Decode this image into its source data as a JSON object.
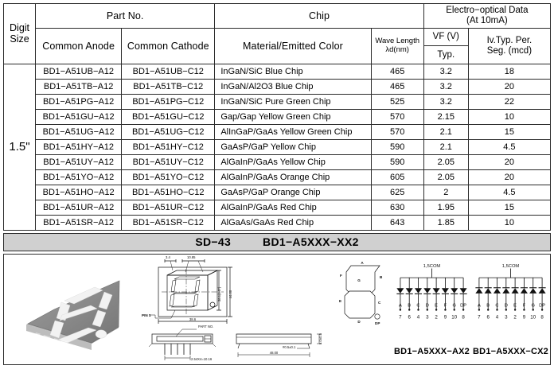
{
  "table": {
    "headers": {
      "digit_size": "Digit\nSize",
      "part_no": "Part No.",
      "chip": "Chip",
      "electro": "Electro−optical Data\n(At 10mA)",
      "common_anode": "Common Anode",
      "common_cathode": "Common Cathode",
      "material": "Material/Emitted Color",
      "wave_length_1": "Wave Length",
      "wave_length_2": "λd(nm)",
      "vf": "VF (V)",
      "vf_typ": "Typ.",
      "iv_1": "Iv.Typ. Per.",
      "iv_2": "Seg. (mcd)"
    },
    "digit_size_value": "1.5\"",
    "rows": [
      {
        "anode": "BD1−A51UB−A12",
        "cathode": "BD1−A51UB−C12",
        "material": "InGaN/SiC  Blue Chip",
        "wavelength": "465",
        "vf": "3.2",
        "iv": "18"
      },
      {
        "anode": "BD1−A51TB−A12",
        "cathode": "BD1−A51TB−C12",
        "material": "InGaN/Al2O3 Blue Chip",
        "wavelength": "465",
        "vf": "3.2",
        "iv": "20"
      },
      {
        "anode": "BD1−A51PG−A12",
        "cathode": "BD1−A51PG−C12",
        "material": "InGaN/SiC Pure Green Chip",
        "wavelength": "525",
        "vf": "3.2",
        "iv": "22"
      },
      {
        "anode": "BD1−A51GU−A12",
        "cathode": "BD1−A51GU−C12",
        "material": "Gap/Gap Yellow Green  Chip",
        "wavelength": "570",
        "vf": "2.15",
        "iv": "10"
      },
      {
        "anode": "BD1−A51UG−A12",
        "cathode": "BD1−A51UG−C12",
        "material": "AlInGaP/GaAs Yellow Green Chip",
        "wavelength": "570",
        "vf": "2.1",
        "iv": "15"
      },
      {
        "anode": "BD1−A51HY−A12",
        "cathode": "BD1−A51HY−C12",
        "material": "GaAsP/GaP Yellow  Chip",
        "wavelength": "590",
        "vf": "2.1",
        "iv": "4.5"
      },
      {
        "anode": "BD1−A51UY−A12",
        "cathode": "BD1−A51UY−C12",
        "material": "AlGaInP/GaAs Yellow  Chip",
        "wavelength": "590",
        "vf": "2.05",
        "iv": "20"
      },
      {
        "anode": "BD1−A51YO−A12",
        "cathode": "BD1−A51YO−C12",
        "material": "AlGaInP/GaAs Orange  Chip",
        "wavelength": "605",
        "vf": "2.05",
        "iv": "20"
      },
      {
        "anode": "BD1−A51HO−A12",
        "cathode": "BD1−A51HO−C12",
        "material": "GaAsP/GaP Orange  Chip",
        "wavelength": "625",
        "vf": "2",
        "iv": "4.5"
      },
      {
        "anode": "BD1−A51UR−A12",
        "cathode": "BD1−A51UR−C12",
        "material": "AlGaInP/GaAs Red  Chip",
        "wavelength": "630",
        "vf": "1.95",
        "iv": "15"
      },
      {
        "anode": "BD1−A51SR−A12",
        "cathode": "BD1−A51SR−C12",
        "material": "AlGaAs/GaAs Red Chip",
        "wavelength": "643",
        "vf": "1.85",
        "iv": "10"
      }
    ]
  },
  "banner": {
    "model": "SD−43",
    "part_series": "BD1−A5XXX−XX2"
  },
  "mechanical": {
    "dims": {
      "top_left": "3.4",
      "top_mid": "10.85",
      "inner_height": "38.1(1.5\")",
      "outer_height": "44.00",
      "width": "38.6",
      "pin_label": "PIN 1",
      "part_no_label": "PART  NO.",
      "pin_pitch": "2.54X4=10.16",
      "body_length": "48.00",
      "pin_thick": "#0.5±0.1",
      "body_thick": "5.0±0.5"
    },
    "segments": [
      "A",
      "B",
      "C",
      "D",
      "E",
      "F",
      "G",
      "DP"
    ]
  },
  "circuits": [
    {
      "name": "common-anode-circuit",
      "common_label": "1,5COM",
      "direction": "down",
      "pins": [
        {
          "seg": "A",
          "num": "7"
        },
        {
          "seg": "B",
          "num": "6"
        },
        {
          "seg": "C",
          "num": "4"
        },
        {
          "seg": "D",
          "num": "3"
        },
        {
          "seg": "E",
          "num": "2"
        },
        {
          "seg": "F",
          "num": "9"
        },
        {
          "seg": "G",
          "num": "10"
        },
        {
          "seg": "DP",
          "num": "8"
        }
      ],
      "caption": "BD1−A5XXX−AX2"
    },
    {
      "name": "common-cathode-circuit",
      "common_label": "1,5COM",
      "direction": "up",
      "pins": [
        {
          "seg": "A",
          "num": "7"
        },
        {
          "seg": "B",
          "num": "6"
        },
        {
          "seg": "C",
          "num": "4"
        },
        {
          "seg": "D",
          "num": "3"
        },
        {
          "seg": "E",
          "num": "2"
        },
        {
          "seg": "F",
          "num": "9"
        },
        {
          "seg": "G",
          "num": "10"
        },
        {
          "seg": "DP",
          "num": "8"
        }
      ],
      "caption": "BD1−A5XXX−CX2"
    }
  ],
  "colors": {
    "header_gray": "#a8a8a8",
    "body_gray": "#d4d4d4",
    "banner_gray": "#d0d0d0",
    "border": "#2b2b2b"
  }
}
